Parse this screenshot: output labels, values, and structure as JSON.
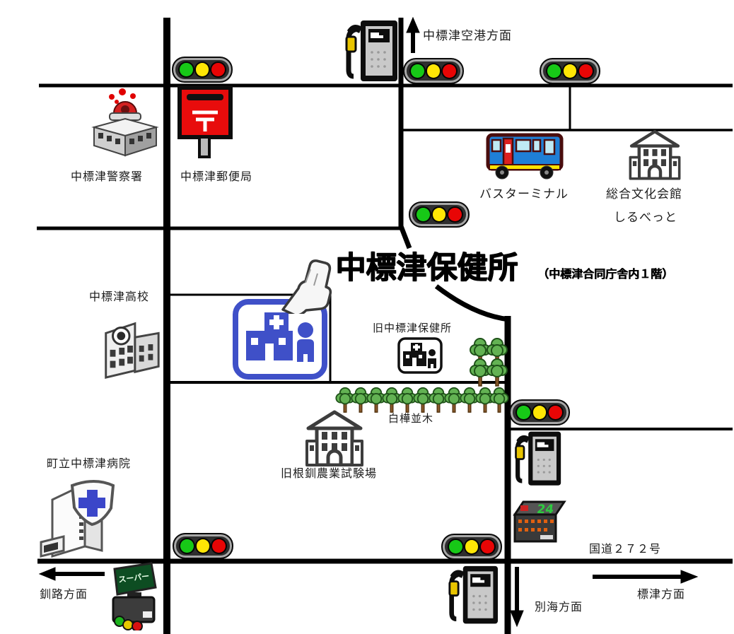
{
  "title": {
    "main": "中標津保健所",
    "annex": "（中標津合同庁舎内１階）"
  },
  "directions": {
    "airport": "中標津空港方面",
    "kushiro": "釧路方面",
    "betsukai": "別海方面",
    "shibetsu": "標津方面"
  },
  "roads": {
    "route272": "国道２７２号"
  },
  "places": {
    "police": "中標津警察署",
    "post_office": "中標津郵便局",
    "bus_terminal": "バスターミナル",
    "culture_hall_line1": "総合文化会館",
    "culture_hall_line2": "しるべっと",
    "high_school": "中標津高校",
    "old_health_center": "旧中標津保健所",
    "birch_trees": "白樺並木",
    "agri_station": "旧根釧農業試験場",
    "hospital": "町立中標津病院"
  },
  "icons": {
    "super_sign": "スーパー",
    "conv_sign": "24",
    "postal_mark_note": "postal-mark (〒) drawn as white strokes on red postbox",
    "traffic_light_colors": [
      "green",
      "yellow",
      "red"
    ]
  },
  "colors": {
    "road": "#000000",
    "signal_green": "#17c817",
    "signal_yellow": "#ffe605",
    "signal_red": "#e80505",
    "health_center_blue": "#3f50c8",
    "postbox_red": "#e80c0c",
    "tree_green": "#63b253",
    "bus_blue": "#1f7fd6",
    "hospital_cross_blue": "#3b46c9"
  }
}
